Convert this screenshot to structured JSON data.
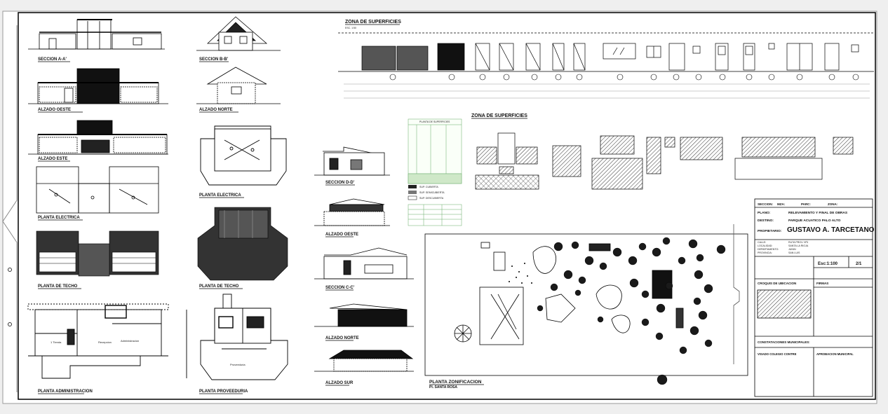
{
  "sheet": {
    "labels": {
      "seccion_aa": "SECCION A-A'",
      "seccion_bb": "SECCION B-B'",
      "alzado_oeste_left": "ALZADO OESTE",
      "alzado_norte_mid": "ALZADO NORTE",
      "alzado_este": "ALZADO ESTE",
      "planta_electrica_left": "PLANTA ELECTRICA",
      "planta_electrica_mid": "PLANTA ELECTRICA",
      "planta_techo_left": "PLANTA DE TECHO",
      "planta_techo_mid": "PLANTA DE TECHO",
      "planta_administracion": "PLANTA ADMINISTRACION",
      "planta_proveeduria": "PLANTA PROVEEDURIA",
      "seccion_dd": "SECCION D-D'",
      "alzado_oeste_right": "ALZADO OESTE",
      "seccion_cc": "SECCION C-C'",
      "alzado_norte_right": "ALZADO NORTE",
      "alzado_sur": "ALZADO SUR",
      "zona_superficies_top": "ZONA DE SUPERFICIES",
      "zona_superficies_mid": "ZONA DE SUPERFICIES",
      "planta_superficies": "PLANTA DE SUPERFICIES",
      "planta_zonificacion": "PLANTA ZONIFICACION",
      "santa_rosa": "Pl. SANTA ROSA",
      "scale": "ESC. 1:50"
    }
  },
  "title_block": {
    "header": [
      "SECCION:",
      "MZA:",
      "PARC:",
      "ZONA:"
    ],
    "plano_label": "PLANO:",
    "plano_value": "RELEVAMIENTO Y FINAL DE OBRAS",
    "destino_label": "DESTINO:",
    "destino_value": "PARQUE ACUATICO PALO ALTO",
    "propietario_label": "PROPIETARIO:",
    "propietario_value": "GUSTAVO A. TARCETANO",
    "calle_label": "CALLE:",
    "calle_value": "RUTA PROV. Nº3",
    "localidad_label": "LOCALIDAD:",
    "localidad_value": "SANTA LA RIOJA",
    "departamento_label": "DEPARTAMENTO:",
    "departamento_value": "JUNIN",
    "provincia_label": "PROVINCIA:",
    "provincia_value": "SAN LUIS",
    "escala": "Esc:1:100",
    "sheet_no": "2/1",
    "croquis": "CROQUIS DE UBICACION",
    "firmas": "FIRMAS",
    "constataciones": "CONSTATACIONES MUNICIPALES:",
    "visado": "VISADO COLEGIO CONTRE",
    "aprobacion": "APROBACION MUNICIPAL"
  },
  "legend": {
    "items": [
      "SUP. CUBIERTA",
      "SUP. SEMICUBIERTA",
      "SUP. DESCUBIERTA"
    ],
    "table_title": "PLANTA DE SUPERFICIES"
  }
}
